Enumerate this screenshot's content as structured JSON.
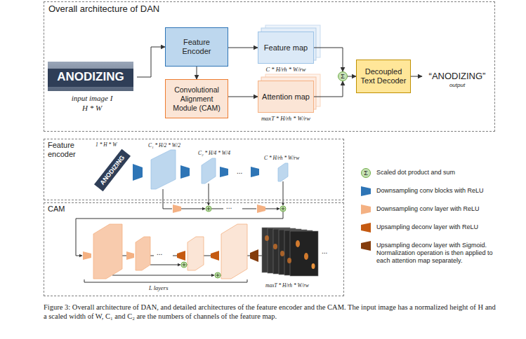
{
  "diagram": {
    "caption": "Figure 3: Overall architecture of DAN, and detailed architectures of the feature encoder and the CAM. The input image has a normalized height of H and a scaled width of W, C₁ and C₂ are the numbers of channels of the feature map.",
    "nodes": [
      {
        "text": [
          "Overall architecture of DAN"
        ]
      },
      {
        "text": [
          "input image I",
          "H * W"
        ],
        "in": 0
      },
      {
        "text": [
          "Feature Encoder"
        ],
        "in": 0
      },
      {
        "text": [
          "Convolutional Alignment Module (CAM)"
        ],
        "in": 0
      },
      {
        "text": [
          "Feature map",
          "C * H/rh * W/rw"
        ],
        "in": 0
      },
      {
        "text": [
          "Attention map",
          "maxT * H/rh * W/rw"
        ],
        "in": 0
      },
      {
        "text": [
          "Σ"
        ],
        "in": 0
      },
      {
        "text": [
          "Decoupled Text Decoder"
        ],
        "in": 0
      },
      {
        "text": [
          "“ANODIZING”",
          "output"
        ],
        "in": 0
      },
      {
        "text": [
          "Feature encoder"
        ]
      },
      {
        "text": [
          "CAM"
        ]
      }
    ],
    "edges": [
      {
        "from": 1,
        "to": 2,
        "arrow": "to"
      },
      {
        "from": 2,
        "to": 3,
        "arrow": "to"
      },
      {
        "from": 2,
        "to": 4,
        "arrow": "to"
      },
      {
        "from": 3,
        "to": 5,
        "arrow": "to"
      },
      {
        "from": 4,
        "to": 6,
        "arrow": "to"
      },
      {
        "from": 5,
        "to": 6,
        "arrow": "to"
      },
      {
        "from": 6,
        "to": 7,
        "arrow": "to"
      },
      {
        "from": 7,
        "to": 8,
        "arrow": "to"
      }
    ],
    "labels": [
      "ANODIZING",
      "ANODIZING",
      "1 * H * W",
      "C₁ * H/2 * W/2",
      "C₂ * H/4 * W/4",
      "...",
      "C * H/rh * W/rw",
      "...",
      "...",
      "L layers",
      "maxT * H/rh * W/rw",
      "...",
      "Σ"
    ],
    "legend": [
      {
        "text": "Scaled dot product and sum",
        "color": "#c5e0b4"
      },
      {
        "text": "Downsampling conv blocks with ReLU",
        "color": "#2e75b6"
      },
      {
        "text": "Downsampling conv layer with ReLU",
        "color": "#f4b183"
      },
      {
        "text": "Upsampling deconv layer with ReLU",
        "color": "#c55a11"
      },
      {
        "text": "Upsampling deconv layer with Sigmoid. Normalization operation is then applied to each attention map separately.",
        "color": "#843c0c"
      }
    ]
  }
}
